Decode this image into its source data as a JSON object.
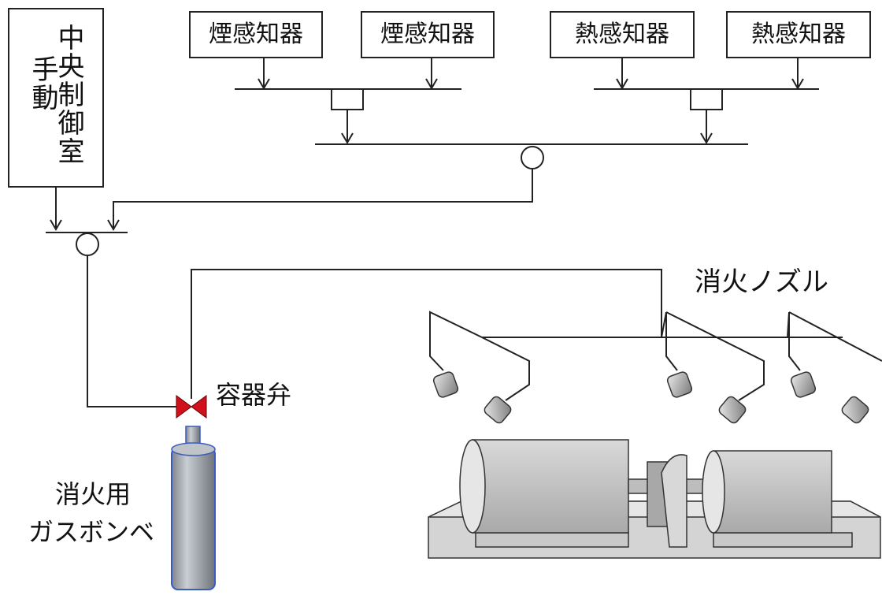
{
  "detectors": {
    "smoke_1": "煙感知器",
    "smoke_2": "煙感知器",
    "heat_1": "熱感知器",
    "heat_2": "熱感知器"
  },
  "control_room": {
    "text": "中央制御室",
    "mode": "手動"
  },
  "labels": {
    "valve": "容器弁",
    "nozzle": "消火ノズル",
    "gas_cylinder_line1": "消火用",
    "gas_cylinder_line2": "ガスボンベ"
  },
  "colors": {
    "line": "#222222",
    "valve": "#d0101a",
    "cylinder": "#9aa0a6",
    "machine": "#c8c8c8"
  }
}
